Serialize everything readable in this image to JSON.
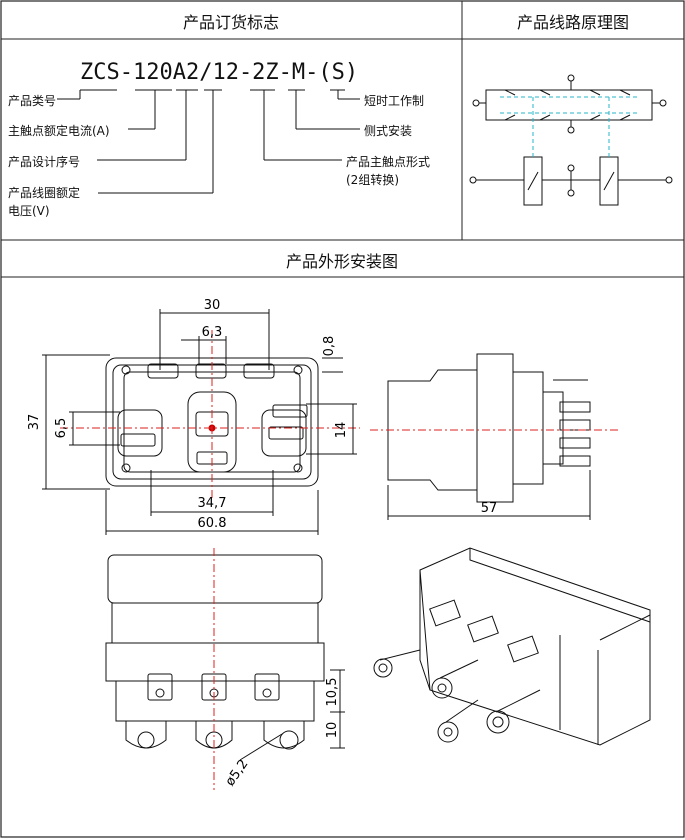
{
  "headers": {
    "ordering_title": "产品订货标志",
    "circuit_title": "产品线路原理图",
    "outline_title": "产品外形安装图"
  },
  "ordering_code": "ZCS-120A2/12-2Z-M-(S)",
  "ordering_labels": {
    "product_type": "产品类号",
    "rated_current": "主触点额定电流(A)",
    "design_seq": "产品设计序号",
    "coil_voltage_1": "产品线圈额定",
    "coil_voltage_2": "电压(V)",
    "short_time": "短时工作制",
    "side_mount": "侧式安装",
    "contact_form_1": "产品主触点形式",
    "contact_form_2": "(2组转换)"
  },
  "dimensions": {
    "d30": "30",
    "d6_3": "6,3",
    "d0_8": "0,8",
    "d37": "37",
    "d6_5": "6,5",
    "d14": "14",
    "d34_7": "34,7",
    "d60_8": "60.8",
    "d57": "57",
    "d10_5": "10,5",
    "d10": "10",
    "d5_2": "ø5,2"
  }
}
